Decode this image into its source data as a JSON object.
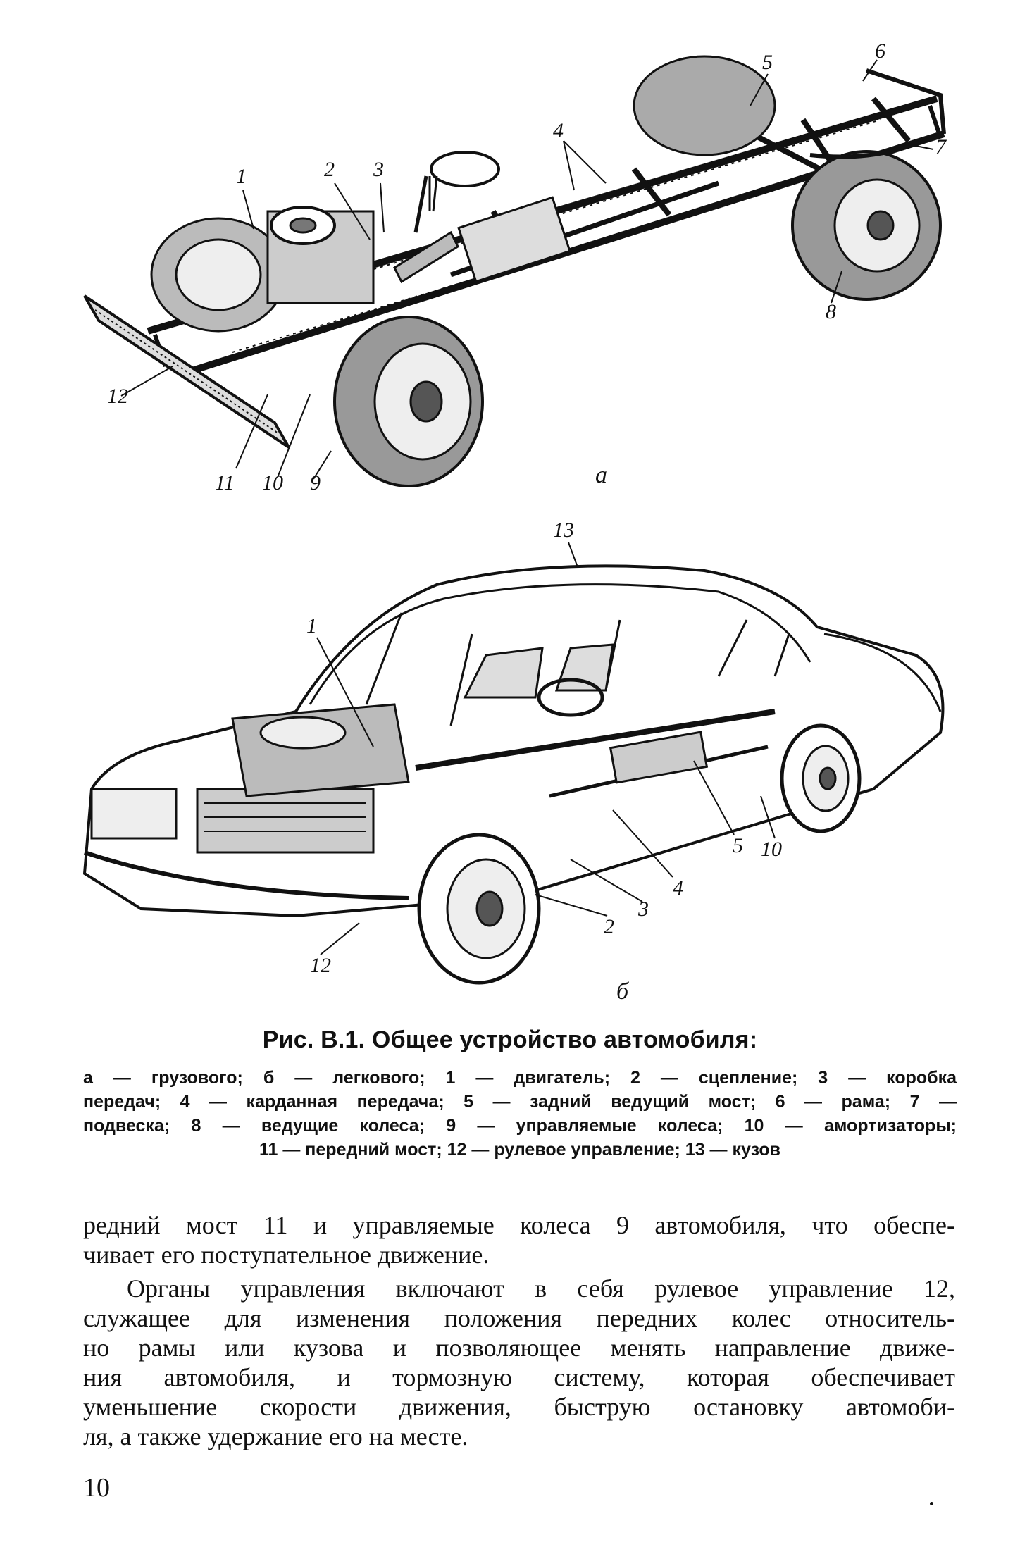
{
  "figure": {
    "truck": {
      "sublabel": "а",
      "callouts": [
        "1",
        "2",
        "3",
        "4",
        "5",
        "6",
        "7",
        "8",
        "9",
        "10",
        "11",
        "12"
      ]
    },
    "car": {
      "sublabel": "б",
      "callouts": [
        "1",
        "2",
        "3",
        "4",
        "5",
        "10",
        "12",
        "13"
      ]
    }
  },
  "caption": {
    "title": "Рис. В.1. Общее устройство автомобиля:",
    "lines": [
      "а — грузового; б — легкового; 1 — двигатель; 2 — сцепление; 3 — коробка",
      "передач; 4 — карданная передача; 5 — задний ведущий мост; 6 — рама; 7 —",
      "подвеска; 8 — ведущие колеса; 9 — управляемые колеса; 10 — амортизаторы;",
      "11 — передний мост; 12 — рулевое управление; 13 — кузов"
    ]
  },
  "body": {
    "paragraph1": [
      "редний мост 11 и управляемые колеса 9 автомобиля, что обеспе-",
      "чивает его поступательное движение."
    ],
    "paragraph2": [
      "Органы управления включают в себя рулевое управление 12,",
      "служащее для изменения положения передних колес относитель-",
      "но рамы или кузова и позволяющее менять направление движе-",
      "ния автомобиля, и тормозную систему, которая обеспечивает",
      "уменьшение скорости движения, быструю остановку автомоби-",
      "ля, а также удержание его на месте."
    ]
  },
  "page_number": "10"
}
